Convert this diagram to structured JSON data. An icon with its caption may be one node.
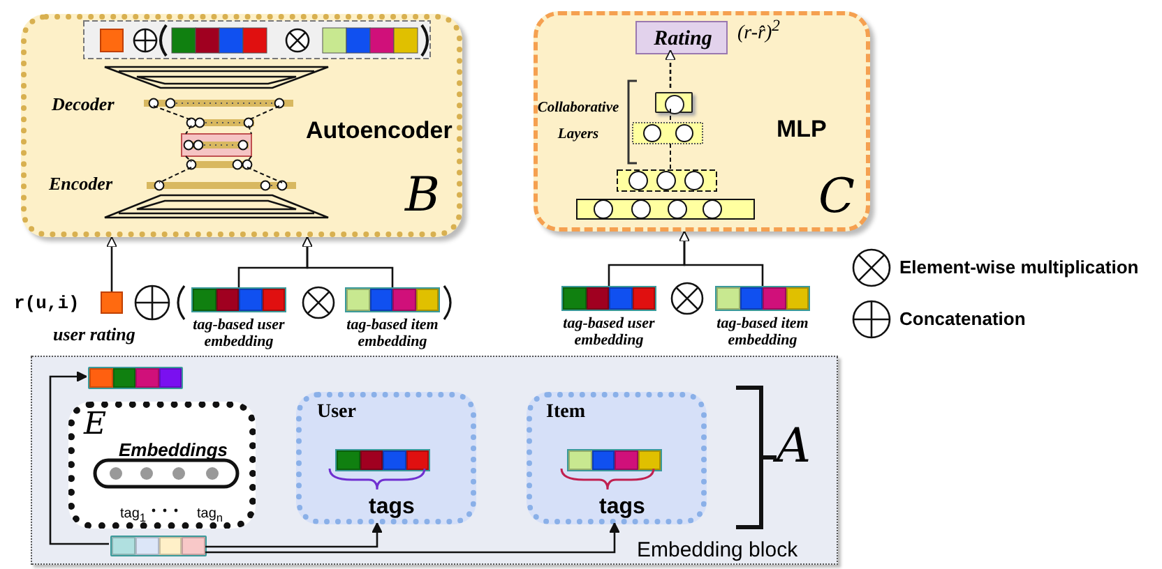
{
  "diagram": {
    "nodes": [
      {
        "text": [
          "Autoencoder",
          "B"
        ]
      },
      {
        "text": [
          "MLP",
          "C"
        ]
      },
      {
        "text": [
          "Rating"
        ],
        "in": 1,
        "beside": [
          "(r-r̂)$^{2}$"
        ]
      },
      {
        "text": [],
        "shape": "bar",
        "in": 1
      },
      {
        "text": [],
        "shape": "box",
        "beside": [
          "r(u,i)",
          "user rating"
        ]
      },
      {
        "text": [
          "tag-based user embedding"
        ]
      },
      {
        "text": [
          "tag-based item embedding"
        ]
      },
      {
        "text": [
          "tag-based user embedding"
        ]
      },
      {
        "text": [
          "tag-based item embedding"
        ]
      },
      {
        "text": [
          "Embedding block"
        ],
        "beside": [
          "A"
        ]
      },
      {
        "text": [
          "E",
          "Embeddings",
          "tag$_{1}$",
          "tag$_{n}$"
        ],
        "in": 9
      },
      {
        "text": [],
        "shape": "bar",
        "in": 9
      },
      {
        "text": [],
        "shape": "bar",
        "in": 9
      },
      {
        "text": [
          "User",
          "tags"
        ],
        "in": 9
      },
      {
        "text": [
          "Item",
          "tags"
        ],
        "in": 9
      }
    ],
    "edges": [
      {
        "from": 4,
        "to": 0,
        "arrow": "to"
      },
      {
        "from": 5,
        "to": 0,
        "arrow": "to"
      },
      {
        "from": 6,
        "to": 0,
        "arrow": "to"
      },
      {
        "from": 7,
        "to": 1,
        "arrow": "to"
      },
      {
        "from": 8,
        "to": 1,
        "arrow": "to"
      },
      {
        "from": 3,
        "to": 2,
        "arrow": "to",
        "style": "dashed"
      },
      {
        "from": 12,
        "to": 11,
        "arrow": "to"
      },
      {
        "from": 12,
        "to": 13,
        "arrow": "to"
      },
      {
        "from": 12,
        "to": 14,
        "arrow": "to"
      }
    ],
    "labels": [
      "Decoder",
      "Encoder",
      "Collaborative Layers"
    ],
    "legend": [
      {
        "text": "Element-wise multiplication"
      },
      {
        "text": "Concatenation"
      }
    ]
  }
}
